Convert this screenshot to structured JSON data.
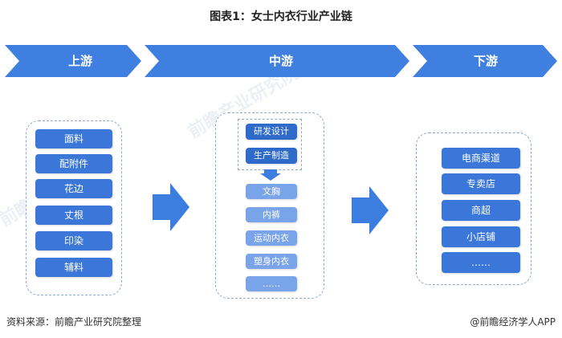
{
  "title": "图表1：女士内衣行业产业链",
  "stages": {
    "upstream": "上游",
    "midstream": "中游",
    "downstream": "下游"
  },
  "upstream_items": [
    "面料",
    "配附件",
    "花边",
    "丈根",
    "印染",
    "辅料"
  ],
  "midstream_top": [
    "研发设计",
    "生产制造"
  ],
  "midstream_products": [
    "文胸",
    "内裤",
    "运动内衣",
    "塑身内衣",
    "……"
  ],
  "downstream_items": [
    "电商渠道",
    "专卖店",
    "商超",
    "小店铺",
    "……"
  ],
  "footer": {
    "source": "资料来源：前瞻产业研究院整理",
    "brand": "@前瞻经济学人APP"
  },
  "watermark": "前瞻产业研究院",
  "colors": {
    "chevron": "#3f7fe0",
    "button": "#3a77d8",
    "button_light": "#7aa4ea",
    "dashed_border": "#8fa8d2",
    "arrow": "#3c7ee0"
  }
}
